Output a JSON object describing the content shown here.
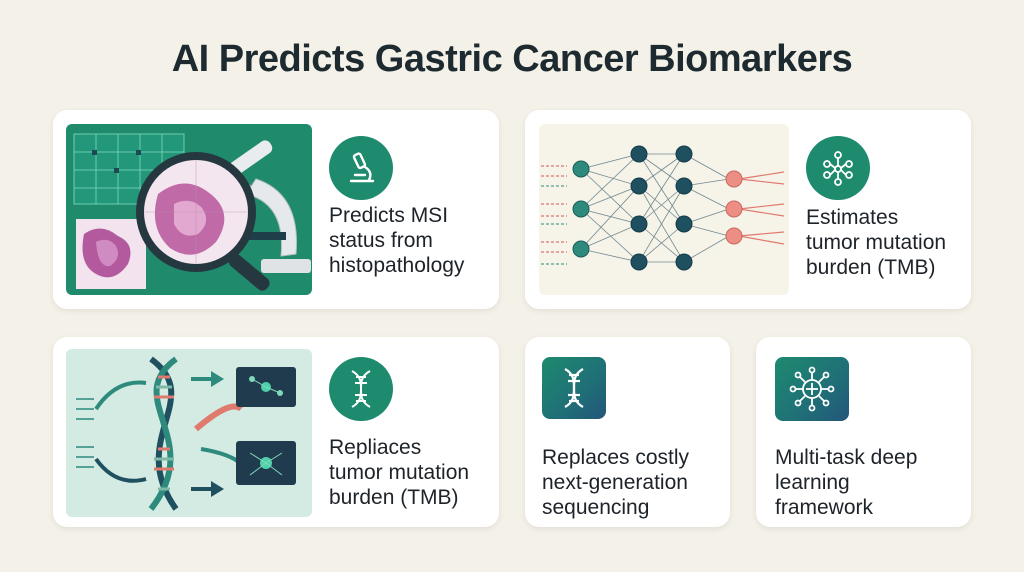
{
  "title": "AI Predicts Gastric Cancer Biomarkers",
  "cards": [
    {
      "label": "Predicts MSI\nstatus from\nhistopathology",
      "icon": "microscope-icon"
    },
    {
      "label": "Estimates\ntumor mutation\nburden (TMB)",
      "icon": "neural-network-icon"
    },
    {
      "label": "Repliaces\ntumor mutation\nburden (TMB)",
      "icon": "dna-icon"
    },
    {
      "label": "Replaces costly\nnext-generation\nsequencing",
      "icon": "dna-icon"
    },
    {
      "label": "Multi-task deep\nlearning\nframework",
      "icon": "network-hub-icon"
    }
  ],
  "colors": {
    "background": "#f4f1e8",
    "accent_green": "#1e8a6e",
    "teal": "#26756f",
    "coral": "#e0726a",
    "navy": "#1f3b4d"
  }
}
